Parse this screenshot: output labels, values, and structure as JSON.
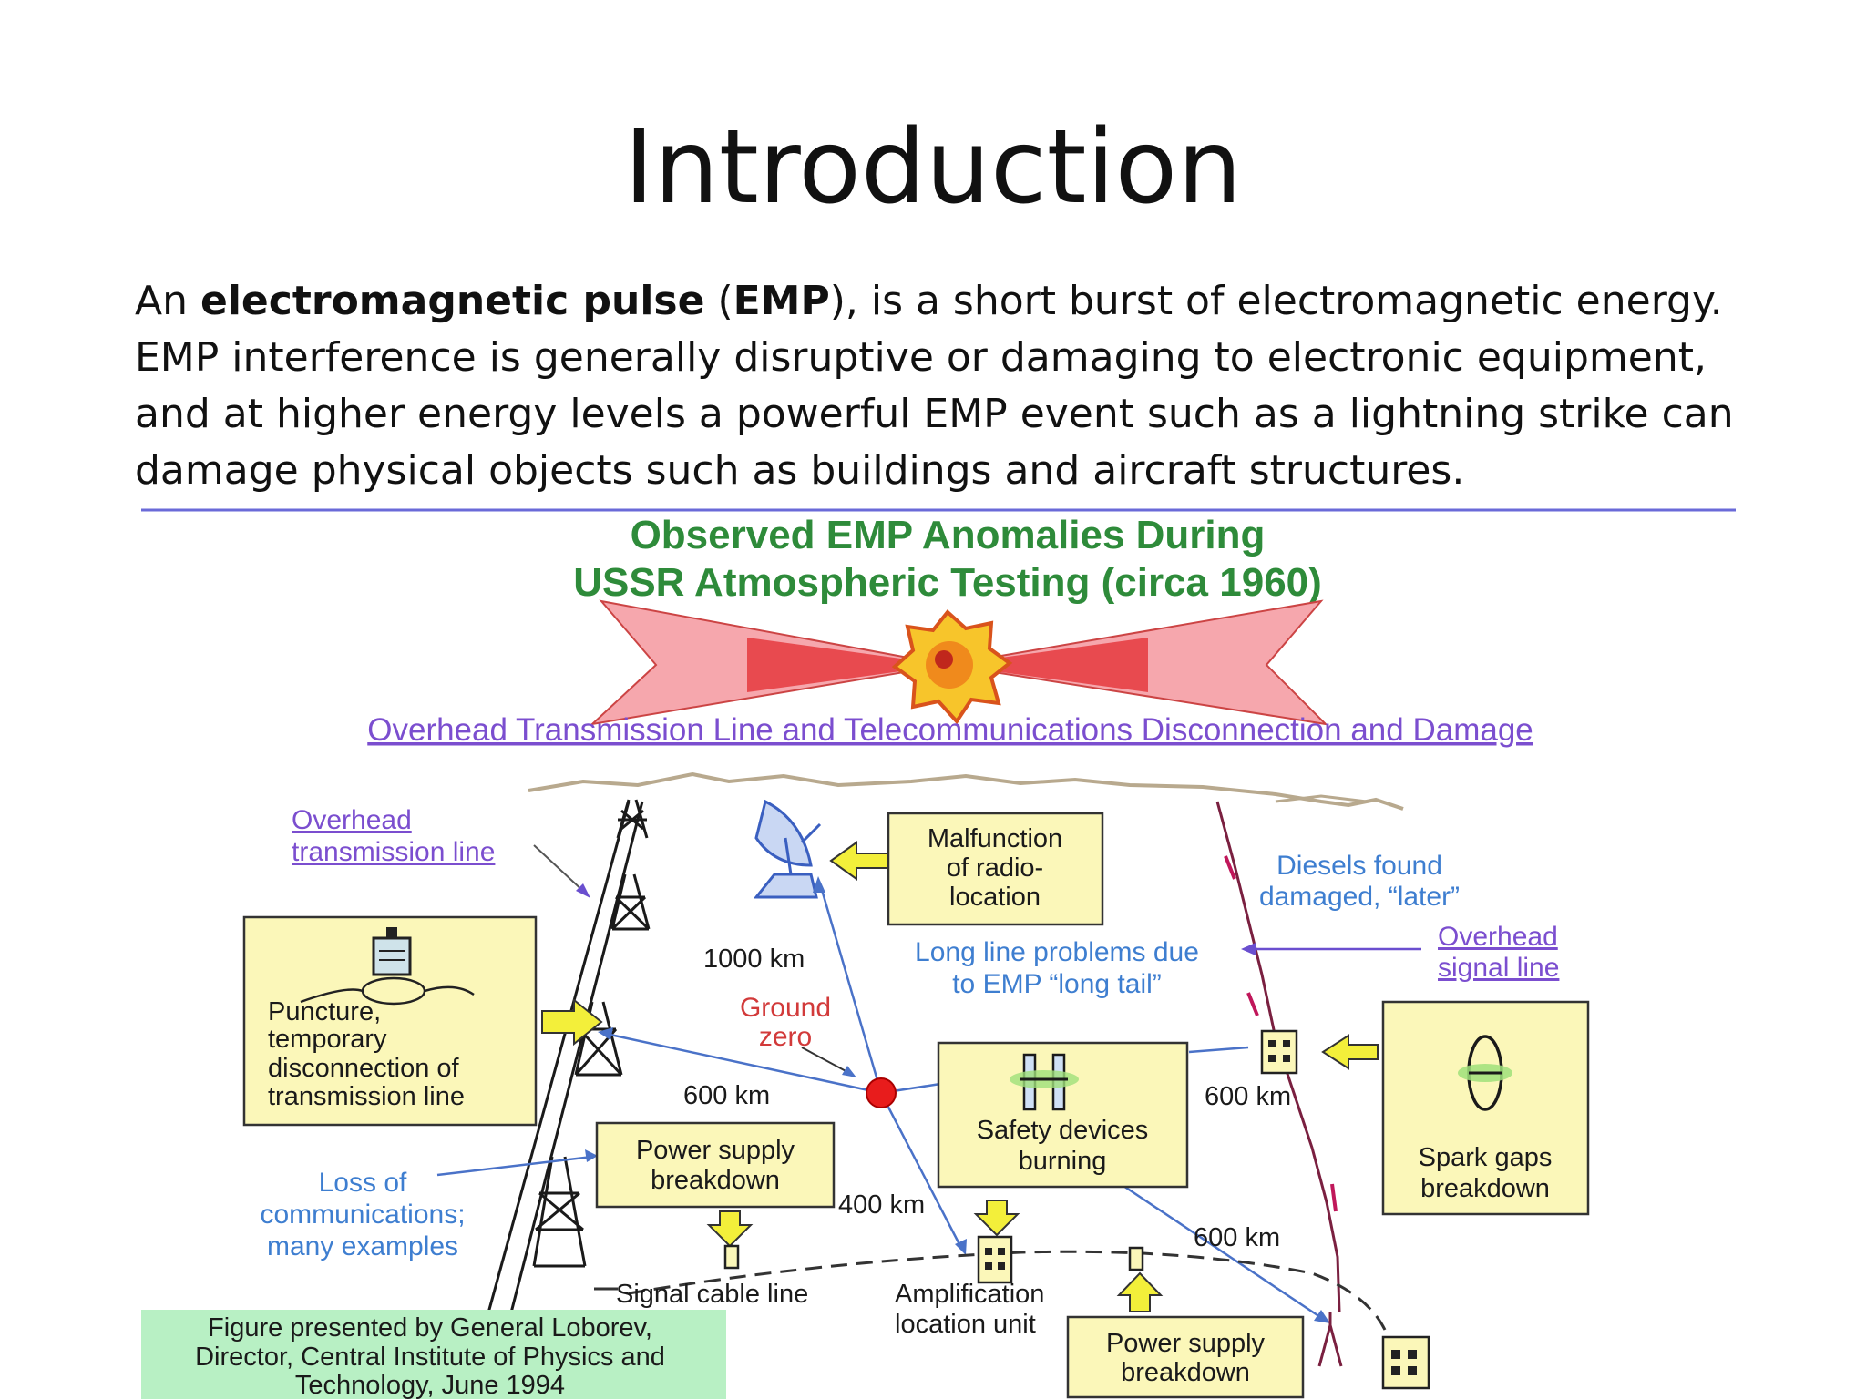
{
  "slide": {
    "title": "Introduction",
    "intro": {
      "part1": "An ",
      "bold1": "electromagnetic pulse",
      "part2": " (",
      "bold2": "EMP",
      "part3": "), is a short burst of electromagnetic energy. EMP interference is generally disruptive or damaging to electronic equipment, and at higher energy levels a powerful EMP event such as a lightning strike can damage physical objects such as buildings and aircraft structures."
    }
  },
  "figure": {
    "title_line1": "Observed EMP Anomalies During",
    "title_line2": "USSR Atmospheric Testing (circa 1960)",
    "subtitle": "Overhead Transmission Line and Telecommunications Disconnection and Damage",
    "labels": {
      "overhead_tx_1": "Overhead",
      "overhead_tx_2": "transmission line",
      "malfunction_1": "Malfunction",
      "malfunction_2": "of radio-",
      "malfunction_3": "location",
      "diesels_1": "Diesels found",
      "diesels_2": "damaged, “later”",
      "long_line_1": "Long line problems due",
      "long_line_2": "to EMP “long tail”",
      "overhead_signal_1": "Overhead",
      "overhead_signal_2": "signal line",
      "dist_1000": "1000 km",
      "ground_zero_1": "Ground",
      "ground_zero_2": "zero",
      "puncture_1": "Puncture,",
      "puncture_2": "temporary",
      "puncture_3": "disconnection  of",
      "puncture_4": "transmission line",
      "dist_600_left": "600 km",
      "safety_1": "Safety devices",
      "safety_2": "burning",
      "dist_600_right": "600 km",
      "spark_1": "Spark gaps",
      "spark_2": "breakdown",
      "power_1_1": "Power supply",
      "power_1_2": "breakdown",
      "dist_400": "400 km",
      "loss_1": "Loss of",
      "loss_2": "communications;",
      "loss_3": "many examples",
      "dist_600_lower": "600 km",
      "signal_cable": "Signal cable line",
      "amplification_1": "Amplification",
      "amplification_2": "location unit",
      "power_2_1": "Power supply",
      "power_2_2": "breakdown",
      "credit_1": "Figure presented by General Loborev,",
      "credit_2": "Director, Central Institute of Physics and",
      "credit_3": "Technology, June 1994"
    },
    "colors": {
      "title_green": "#2e8b3a",
      "label_purple": "#7b4ecf",
      "label_blue": "#3e7ed0",
      "ground_zero_red": "#d23a3a",
      "box_yellow": "#fbf7b9",
      "credit_green": "#b8f0c4",
      "rule_line": "#6a6ad8"
    },
    "icons": [
      "explosion-icon",
      "radar-dish-icon",
      "power-tower-icon",
      "building-icon",
      "spark-gap-icon",
      "fuse-icon",
      "antenna-icon"
    ]
  }
}
